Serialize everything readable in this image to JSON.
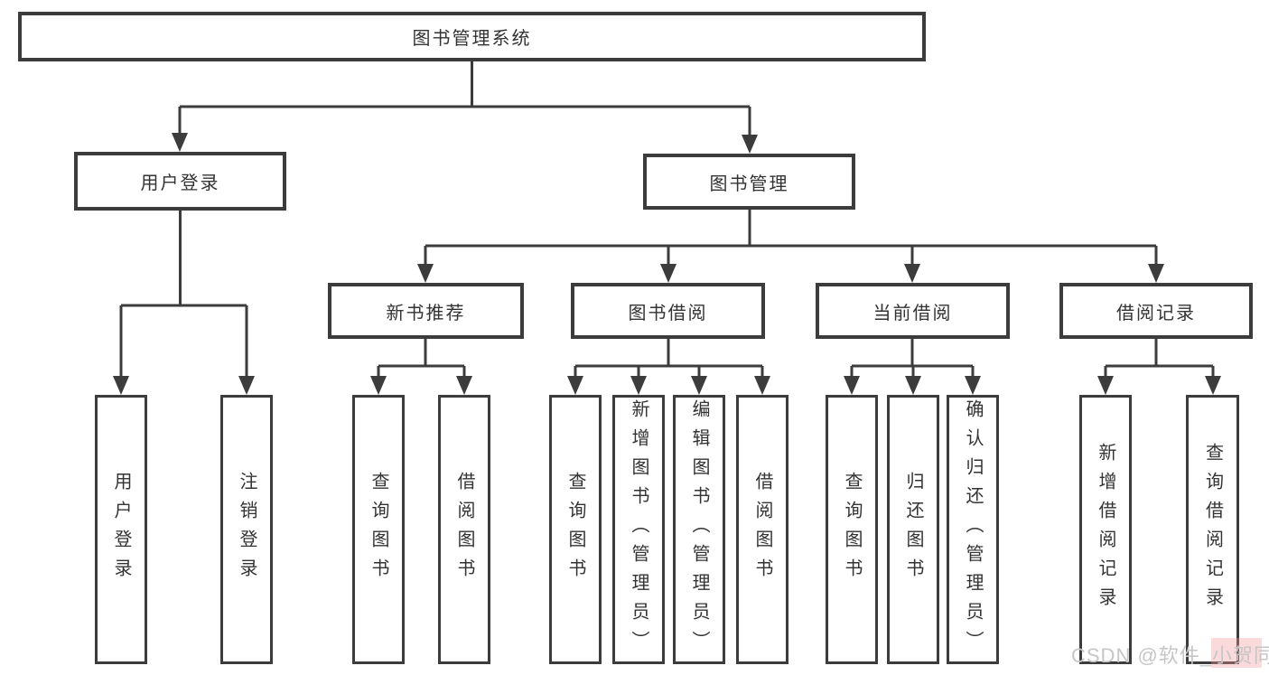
{
  "diagram": {
    "title": "图书管理系统",
    "level2": {
      "login": "用户登录",
      "management": "图书管理"
    },
    "level3": {
      "new_books": "新书推荐",
      "borrowing": "图书借阅",
      "current": "当前借阅",
      "records": "借阅记录"
    },
    "leaves": {
      "login": [
        "用户登录",
        "注销登录"
      ],
      "new_books": [
        "查询图书",
        "借阅图书"
      ],
      "borrowing": [
        "查询图书",
        "新增图书（管理员）",
        "编辑图书（管理员）",
        "借阅图书"
      ],
      "current": [
        "查询图书",
        "归还图书",
        "确认归还（管理员）"
      ],
      "records": [
        "新增借阅记录",
        "查询借阅记录"
      ]
    }
  },
  "watermark": "CSDN @软件_小贺同学",
  "colors": {
    "line": "#3c3c3c",
    "text": "#333333",
    "watermark": "#c6c6c6",
    "background": "#ffffff"
  }
}
